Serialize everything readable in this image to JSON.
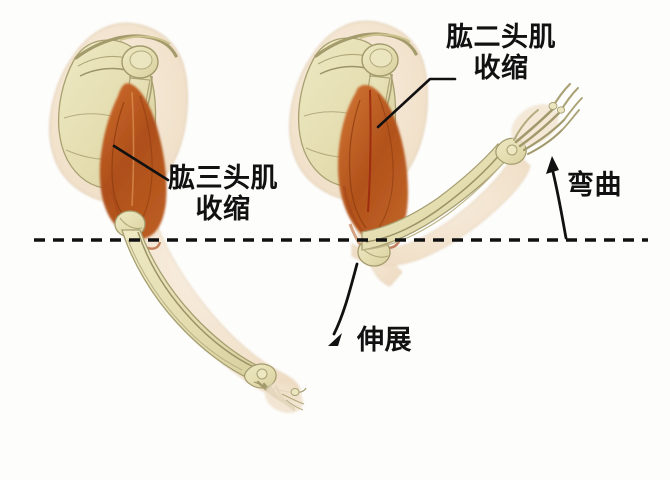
{
  "figure": {
    "title": "肱二头肌与肱三头肌的收缩与伸展示意图",
    "background_color": "#fdfdfc",
    "bone_color": "#e6e0b4",
    "bone_outline_color": "#9d9768",
    "soft_tissue_color": "#f3e3cf",
    "muscle_color": "#b4551f",
    "muscle_highlight_color": "#d2763a",
    "line_color": "#111111"
  },
  "labels": {
    "biceps": "肱二头肌\n收缩",
    "triceps": "肱三头肌\n收缩",
    "flexion": "弯曲",
    "extension": "伸展"
  },
  "annotations": {
    "reference_line": "水平虚线",
    "biceps_leader": "肱二头肌引线",
    "triceps_leader": "肱三头肌引线",
    "flexion_arrow": "向上弯曲箭头",
    "extension_arrow": "向下伸展箭头"
  },
  "arms": {
    "left": {
      "name": "伸展的手臂",
      "state": "extended",
      "active_muscle": "肱三头肌"
    },
    "right": {
      "name": "弯曲的手臂",
      "state": "flexed",
      "active_muscle": "肱二头肌"
    }
  }
}
